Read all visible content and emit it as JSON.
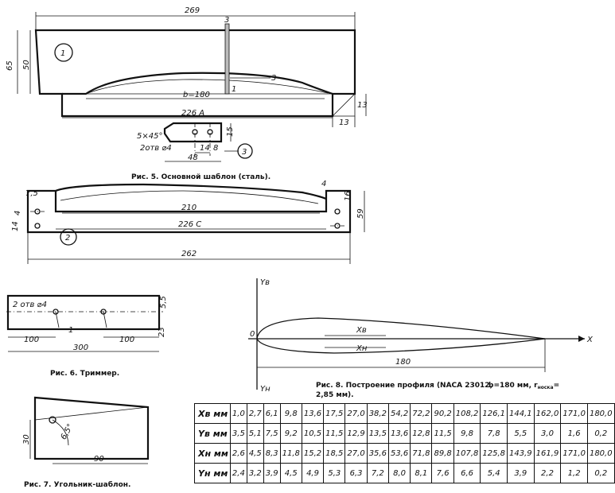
{
  "fig5": {
    "caption": "Рис. 5. Основной шаблон (сталь).",
    "dim_top": "269",
    "dim_height_outer": "65",
    "dim_height_inner": "50",
    "dim_b": "b=180",
    "dim_base": "226 А",
    "dim_right_h": "13",
    "dim_right_w": "13",
    "callout_main": "1",
    "callout_slot_top": "3",
    "callout_slot_side": "3",
    "callout_slot_bottom": "1",
    "detail": {
      "chamfer": "5×45°",
      "holes": "2отв ⌀4",
      "dim_14": "14",
      "dim_8": "8",
      "dim_15": "15",
      "dim_48": "48",
      "callout": "3"
    }
  },
  "fig_template2": {
    "dim_75": "7,5",
    "dim_4": "4",
    "dim_14": "14",
    "dim_210": "210",
    "dim_226c": "226 С",
    "dim_262": "262",
    "dim_59": "59",
    "dim_16": "16",
    "dim_4r": "4",
    "callout": "2"
  },
  "fig6": {
    "caption": "Рис. 6. Триммер.",
    "holes": "2 отв ⌀4",
    "dim_55": "5,5",
    "dim_23": "23",
    "dim_100a": "100",
    "dim_1": "1",
    "dim_100b": "100",
    "dim_300": "300"
  },
  "fig7": {
    "caption": "Рис. 7. Угольник-шаблон.",
    "dim_30": "30",
    "dim_90": "90",
    "angle": "6,5°"
  },
  "fig8": {
    "caption_line1": "Рис. 8. Построение профиля (NACA 23012,",
    "caption_b": "b=180 мм, r",
    "caption_sub": "носка",
    "caption_eq": "=",
    "caption_line2": "2,85 мм).",
    "axis_y_top": "Yв",
    "axis_y_bottom": "Yн",
    "axis_x": "X",
    "origin": "0",
    "label_xv": "Xв",
    "label_xn": "Xн",
    "dim_180": "180"
  },
  "table": {
    "rows": [
      {
        "label": "Xв мм",
        "values": [
          "1,0",
          "2,7",
          "6,1",
          "9,8",
          "13,6",
          "17,5",
          "27,0",
          "38,2",
          "54,2",
          "72,2",
          "90,2",
          "108,2",
          "126,1",
          "144,1",
          "162,0",
          "171,0",
          "180,0"
        ]
      },
      {
        "label": "Yв мм",
        "values": [
          "3,5",
          "5,1",
          "7,5",
          "9,2",
          "10,5",
          "11,5",
          "12,9",
          "13,5",
          "13,6",
          "12,8",
          "11,5",
          "9,8",
          "7,8",
          "5,5",
          "3,0",
          "1,6",
          "0,2"
        ]
      },
      {
        "label": "Xн мм",
        "values": [
          "2,6",
          "4,5",
          "8,3",
          "11,8",
          "15,2",
          "18,5",
          "27,0",
          "35,6",
          "53,6",
          "71,8",
          "89,8",
          "107,8",
          "125,8",
          "143,9",
          "161,9",
          "171,0",
          "180,0"
        ]
      },
      {
        "label": "Yн мм",
        "values": [
          "2,4",
          "3,2",
          "3,9",
          "4,5",
          "4,9",
          "5,3",
          "6,3",
          "7,2",
          "8,0",
          "8,1",
          "7,6",
          "6,6",
          "5,4",
          "3,9",
          "2,2",
          "1,2",
          "0,2"
        ]
      }
    ]
  }
}
